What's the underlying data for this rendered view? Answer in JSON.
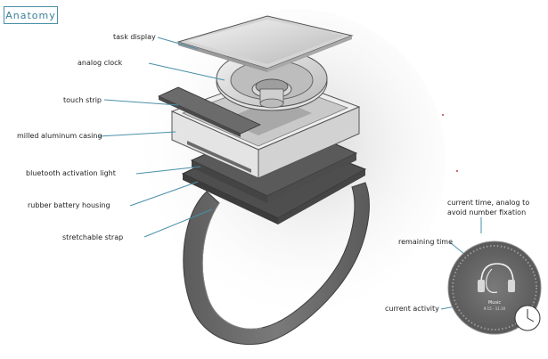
{
  "title": "Anatomy",
  "labels": {
    "task_display": "task display",
    "analog_clock": "analog clock",
    "touch_strip": "touch strip",
    "milled_casing": "milled aluminum casing",
    "bluetooth_light": "bluetooth activation light",
    "battery_housing": "rubber battery housing",
    "strap": "stretchable strap",
    "current_time_1": "current time, analog to",
    "current_time_2": "avoid number fixation",
    "remaining_time": "remaining time",
    "current_activity": "current activity"
  },
  "display_face": {
    "activity_name": "Music",
    "activity_time": "9:15 - 11:30"
  },
  "colors": {
    "leader_line": "#4a90a8",
    "title_accent": "#3b7f99",
    "strap": "#6e6e6e",
    "casing": "#e6e6e6",
    "face_bg": "#6f6f6f"
  }
}
